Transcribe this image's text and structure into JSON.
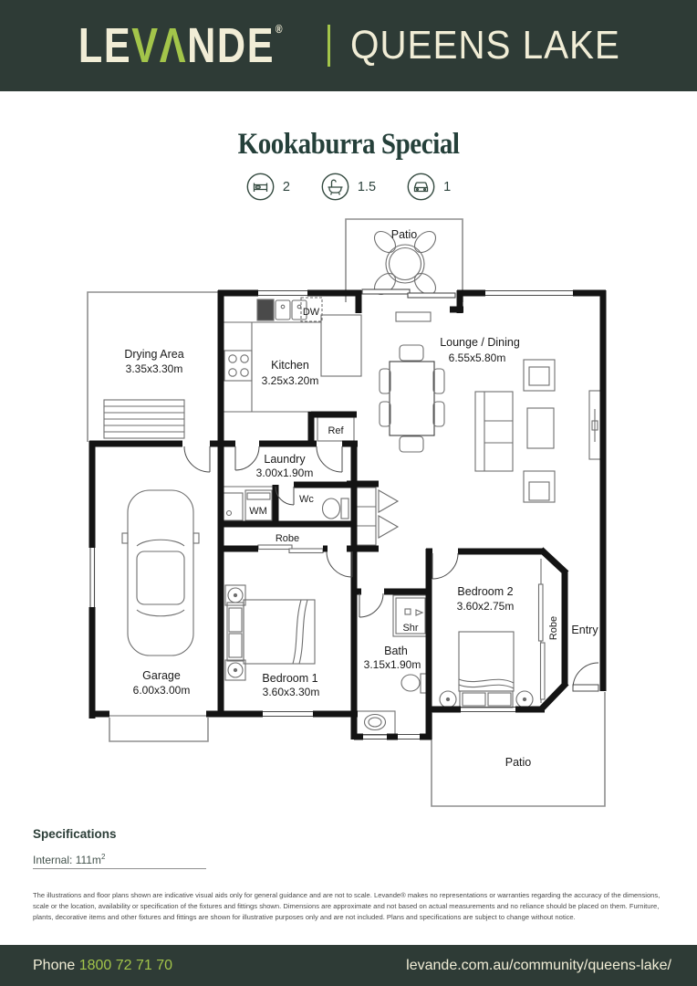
{
  "header": {
    "brand_prefix": "LE",
    "brand_accent": "VΛ",
    "brand_suffix": "NDE",
    "registered": "®",
    "community": "QUEENS LAKE"
  },
  "title": "Kookaburra Special",
  "stats": {
    "beds": "2",
    "baths": "1.5",
    "cars": "1"
  },
  "plan": {
    "patio_top": "Patio",
    "patio_bottom": "Patio",
    "drying": {
      "name": "Drying Area",
      "dims": "3.35x3.30m"
    },
    "kitchen": {
      "name": "Kitchen",
      "dims": "3.25x3.20m"
    },
    "lounge": {
      "name": "Lounge / Dining",
      "dims": "6.55x5.80m"
    },
    "laundry": {
      "name": "Laundry",
      "dims": "3.00x1.90m"
    },
    "garage": {
      "name": "Garage",
      "dims": "6.00x3.00m"
    },
    "bedroom1": {
      "name": "Bedroom 1",
      "dims": "3.60x3.30m"
    },
    "bedroom2": {
      "name": "Bedroom 2",
      "dims": "3.60x2.75m"
    },
    "bath": {
      "name": "Bath",
      "dims": "3.15x1.90m"
    },
    "labels": {
      "dw": "DW",
      "ref": "Ref",
      "wm": "WM",
      "wc": "Wc",
      "shr": "Shr",
      "robe1": "Robe",
      "robe2": "Robe",
      "entry": "Entry"
    }
  },
  "specifications": {
    "heading": "Specifications",
    "internal": "Internal: 111m",
    "internal_sup": "2"
  },
  "disclaimer": "The illustrations and floor plans shown are indicative visual aids only for general guidance and are not to scale. Levande® makes no representations or warranties regarding the accuracy of the dimensions, scale or the location, availability or specification of the fixtures and fittings shown. Dimensions are approximate and not based on actual measurements and no reliance should be placed on them. Furniture, plants, decorative items and other fixtures and fittings are shown for illustrative purposes only and are not included. Plans and specifications are subject to change without notice.",
  "footer": {
    "phone_label": "Phone",
    "phone_number": "1800 72 71 70",
    "website": "levande.com.au/community/queens-lake/"
  },
  "colors": {
    "header_bg": "#2e3b36",
    "cream": "#f1edd6",
    "lime": "#a3c54a",
    "title_green": "#25403a"
  }
}
